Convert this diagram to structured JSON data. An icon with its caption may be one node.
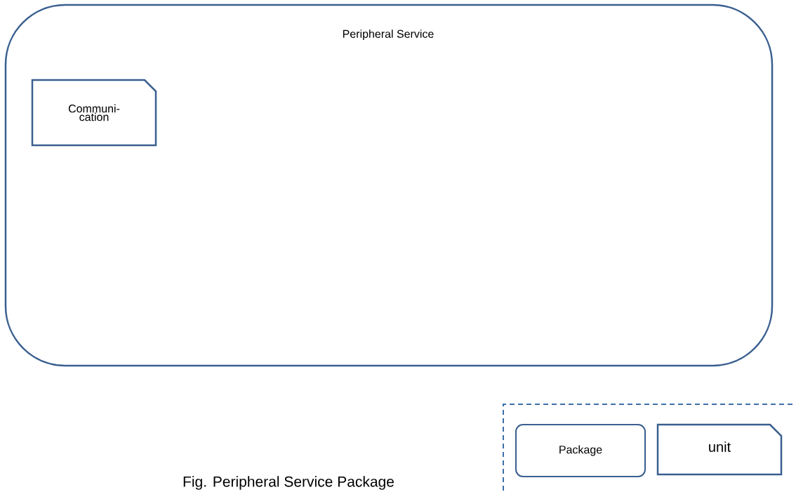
{
  "diagram": {
    "caption": "Fig. Peripheral Service Package",
    "nodes": [
      {
        "text": [
          "Peripheral Service"
        ]
      },
      {
        "text": [
          "Communi- cation"
        ],
        "in": 0
      },
      {
        "text": [],
        "shape": "box"
      },
      {
        "text": [
          "Package"
        ],
        "in": 2
      },
      {
        "text": [
          "unit"
        ],
        "in": 2
      }
    ]
  }
}
